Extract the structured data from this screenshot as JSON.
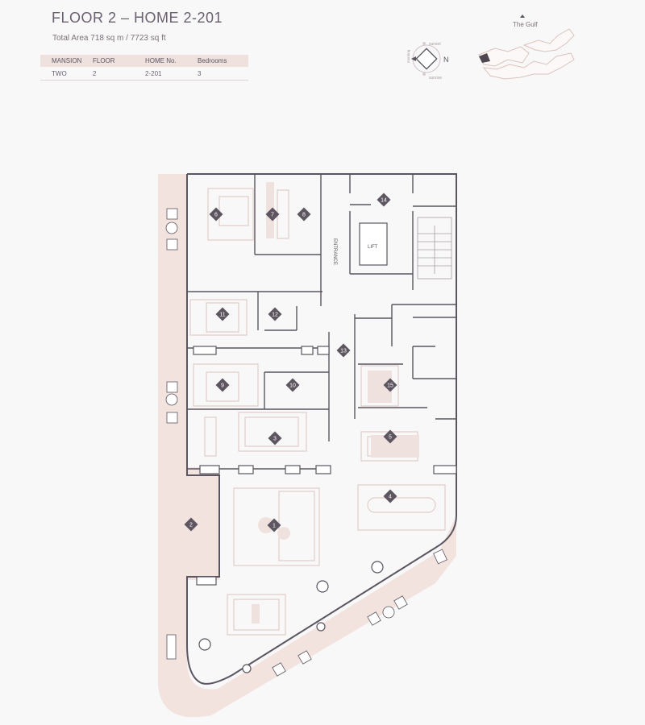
{
  "header": {
    "title": "FLOOR 2 – HOME 2-201",
    "area": "Total Area 718 sq m / 7723 sq ft"
  },
  "info_table": {
    "headers": [
      "MANSION",
      "FLOOR",
      "HOME No.",
      "Bedrooms"
    ],
    "row": [
      "TWO",
      "2",
      "2-201",
      "3"
    ]
  },
  "compass": {
    "north": "N",
    "sunset": "sunset",
    "sunrise": "sunrise",
    "morning": "morning"
  },
  "keyplan": {
    "label": "The Gulf"
  },
  "plan": {
    "entrance_label": "ENTRANCE",
    "lift_label": "LIFT",
    "rooms": [
      {
        "id": "room-marker-1",
        "num": "1"
      },
      {
        "id": "room-marker-2",
        "num": "2"
      },
      {
        "id": "room-marker-3",
        "num": "3"
      },
      {
        "id": "room-marker-4",
        "num": "4"
      },
      {
        "id": "room-marker-5",
        "num": "5"
      },
      {
        "id": "room-marker-6",
        "num": "6"
      },
      {
        "id": "room-marker-7",
        "num": "7"
      },
      {
        "id": "room-marker-8",
        "num": "8"
      },
      {
        "id": "room-marker-9",
        "num": "9"
      },
      {
        "id": "room-marker-10",
        "num": "10"
      },
      {
        "id": "room-marker-11",
        "num": "11"
      },
      {
        "id": "room-marker-12",
        "num": "12"
      },
      {
        "id": "room-marker-13",
        "num": "13"
      },
      {
        "id": "room-marker-14",
        "num": "14"
      },
      {
        "id": "room-marker-15",
        "num": "15"
      }
    ]
  },
  "colors": {
    "wall": "#5a5560",
    "marker": "#5d5560",
    "terrace": "#f2e3df",
    "furniture": "#e6d3cf",
    "text": "#6a6070"
  }
}
